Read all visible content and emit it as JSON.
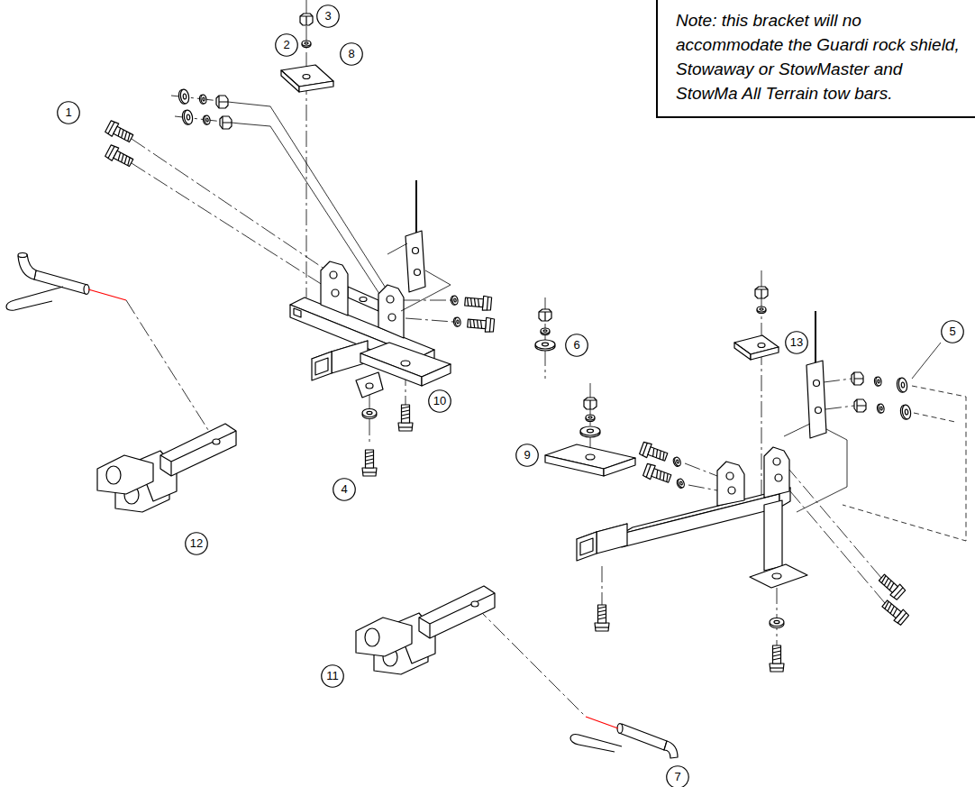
{
  "diagram": {
    "nodes": [
      {
        "text": [
          "Note: this bracket will no accommodate the Guardi rock shield, Stowaway or StowMaster and StowMa All Terrain tow bars."
        ]
      },
      {
        "text": [
          "3"
        ]
      },
      {
        "text": [
          "2"
        ]
      },
      {
        "text": [
          "8"
        ]
      },
      {
        "text": [
          "1"
        ]
      },
      {
        "text": [
          "5"
        ]
      },
      {
        "text": [
          "13"
        ]
      },
      {
        "text": [
          "6"
        ]
      },
      {
        "text": [
          "10"
        ]
      },
      {
        "text": [
          "9"
        ]
      },
      {
        "text": [
          "4"
        ]
      },
      {
        "text": [
          "12"
        ]
      },
      {
        "text": [
          "11"
        ]
      },
      {
        "text": [
          "7"
        ]
      }
    ]
  }
}
